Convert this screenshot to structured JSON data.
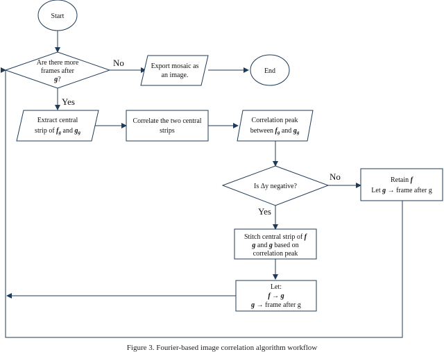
{
  "nodes": {
    "start": {
      "line1": "Start"
    },
    "more_frames": {
      "line1": "Are there more",
      "line2": "frames after",
      "line3_var": "g",
      "line3_suffix": "?"
    },
    "export": {
      "line1": "Export mosaic as",
      "line2": "an image."
    },
    "end": {
      "line1": "End"
    },
    "extract": {
      "line1": "Extract central",
      "line2_prefix": "strip of ",
      "var_a": "f",
      "sub_a": "g",
      "mid": " and ",
      "var_b": "g",
      "sub_b": "g"
    },
    "correlate": {
      "line1": "Correlate the two central",
      "line2": "strips"
    },
    "peak": {
      "line1": "Correlation peak",
      "line2_prefix": "between ",
      "var_a": "f",
      "sub_a": "g",
      "mid": " and ",
      "var_b": "g",
      "sub_b": "g"
    },
    "dy_negative": {
      "line1": "Is Δy negative?"
    },
    "retain": {
      "line1_prefix": "Retain ",
      "line1_var": "f",
      "line2_prefix": "Let ",
      "line2_var": "g",
      "line2_suffix": " → frame after g"
    },
    "stitch": {
      "line1_prefix": "Stitch central strip of ",
      "line1_var": "f",
      "line2_var_a": "g",
      "line2_mid": " and ",
      "line2_var_b": "g",
      "line2_suffix": " based on",
      "line3": "correlation peak"
    },
    "let_block": {
      "line1": "Let:",
      "line2_var_a": "f",
      "line2_arrow": " → ",
      "line2_var_b": "g",
      "line3_var": "g",
      "line3_suffix": " → frame after g"
    }
  },
  "edges": {
    "no_1": "No",
    "yes_1": "Yes",
    "no_2": "No",
    "yes_2": "Yes"
  },
  "caption": "Figure 3. Fourier-based image correlation algorithm workflow"
}
